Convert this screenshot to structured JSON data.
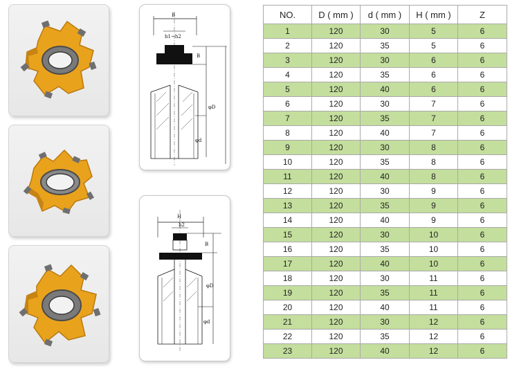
{
  "spec_table": {
    "headers": [
      "NO.",
      "D ( mm )",
      "d ( mm )",
      "H ( mm )",
      "Z"
    ],
    "rows": [
      [
        "1",
        "120",
        "30",
        "5",
        "6"
      ],
      [
        "2",
        "120",
        "35",
        "5",
        "6"
      ],
      [
        "3",
        "120",
        "30",
        "6",
        "6"
      ],
      [
        "4",
        "120",
        "35",
        "6",
        "6"
      ],
      [
        "5",
        "120",
        "40",
        "6",
        "6"
      ],
      [
        "6",
        "120",
        "30",
        "7",
        "6"
      ],
      [
        "7",
        "120",
        "35",
        "7",
        "6"
      ],
      [
        "8",
        "120",
        "40",
        "7",
        "6"
      ],
      [
        "9",
        "120",
        "30",
        "8",
        "6"
      ],
      [
        "10",
        "120",
        "35",
        "8",
        "6"
      ],
      [
        "11",
        "120",
        "40",
        "8",
        "6"
      ],
      [
        "12",
        "120",
        "30",
        "9",
        "6"
      ],
      [
        "13",
        "120",
        "35",
        "9",
        "6"
      ],
      [
        "14",
        "120",
        "40",
        "9",
        "6"
      ],
      [
        "15",
        "120",
        "30",
        "10",
        "6"
      ],
      [
        "16",
        "120",
        "35",
        "10",
        "6"
      ],
      [
        "17",
        "120",
        "40",
        "10",
        "6"
      ],
      [
        "18",
        "120",
        "30",
        "11",
        "6"
      ],
      [
        "19",
        "120",
        "35",
        "11",
        "6"
      ],
      [
        "20",
        "120",
        "40",
        "11",
        "6"
      ],
      [
        "21",
        "120",
        "30",
        "12",
        "6"
      ],
      [
        "22",
        "120",
        "35",
        "12",
        "6"
      ],
      [
        "23",
        "120",
        "40",
        "12",
        "6"
      ]
    ]
  },
  "drawing_top": {
    "label_width": "B",
    "label_inner": "h1~h2",
    "label_height": "B",
    "label_outer_dia": "φD",
    "label_bore_dia": "φd"
  },
  "drawing_bottom": {
    "label_width": "H",
    "label_inner": "h2",
    "label_height": "B",
    "label_outer_dia": "φD",
    "label_bore_dia": "φd"
  },
  "colors": {
    "row_highlight": "#c4de9d",
    "cutter_body": "#e9a21c",
    "carbide_tip": "#6f6f6f"
  }
}
